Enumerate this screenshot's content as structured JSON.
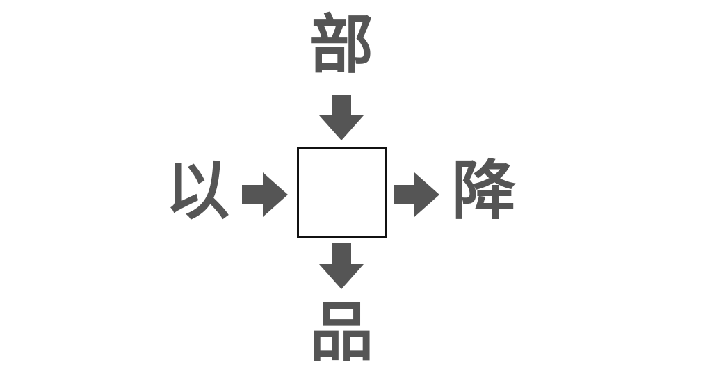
{
  "puzzle": {
    "top_char": "部",
    "left_char": "以",
    "right_char": "降",
    "bottom_char": "品",
    "answer_value": ""
  },
  "colors": {
    "text": "#555555",
    "arrow": "#555555",
    "box_border": "#111111",
    "background": "#ffffff"
  },
  "icons": {
    "top_arrow": "arrow-down-icon",
    "left_arrow": "arrow-right-icon",
    "right_arrow": "arrow-right-icon",
    "bottom_arrow": "arrow-down-icon"
  }
}
